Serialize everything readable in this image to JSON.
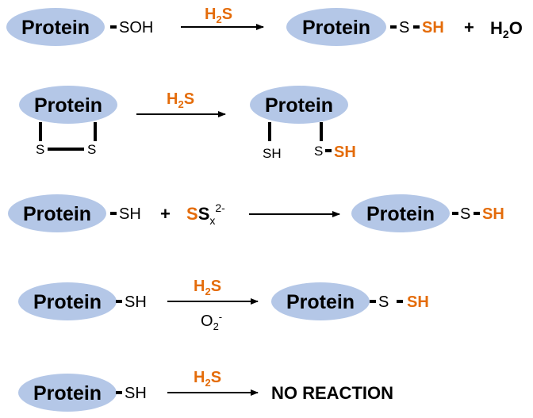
{
  "protein": "Protein",
  "reactions": [
    {
      "reactant_group": "SOH",
      "reagent_main": "H",
      "reagent_sub": "2",
      "reagent_tail": "S",
      "product_s": "S",
      "product_sh": "SH",
      "plus": "+",
      "byproduct_main": "H",
      "byproduct_sub": "2",
      "byproduct_tail": "O"
    },
    {
      "s_left": "S",
      "s_right": "S",
      "reagent_main": "H",
      "reagent_sub": "2",
      "reagent_tail": "S",
      "product_sh_plain": "SH",
      "product_s": "S",
      "product_sh": "SH"
    },
    {
      "reactant_group": "SH",
      "plus": "+",
      "poly_s1": "S",
      "poly_s2": "S",
      "poly_sub": "x",
      "poly_charge": "2-",
      "product_s": "S",
      "product_sh": "SH"
    },
    {
      "reactant_group": "SH",
      "reagent_main": "H",
      "reagent_sub": "2",
      "reagent_tail": "S",
      "below_main": "O",
      "below_sub": "2",
      "below_charge": "-",
      "product_s": "S",
      "product_sh": "SH"
    },
    {
      "reactant_group": "SH",
      "reagent_main": "H",
      "reagent_sub": "2",
      "reagent_tail": "S",
      "result": "NO REACTION"
    }
  ]
}
